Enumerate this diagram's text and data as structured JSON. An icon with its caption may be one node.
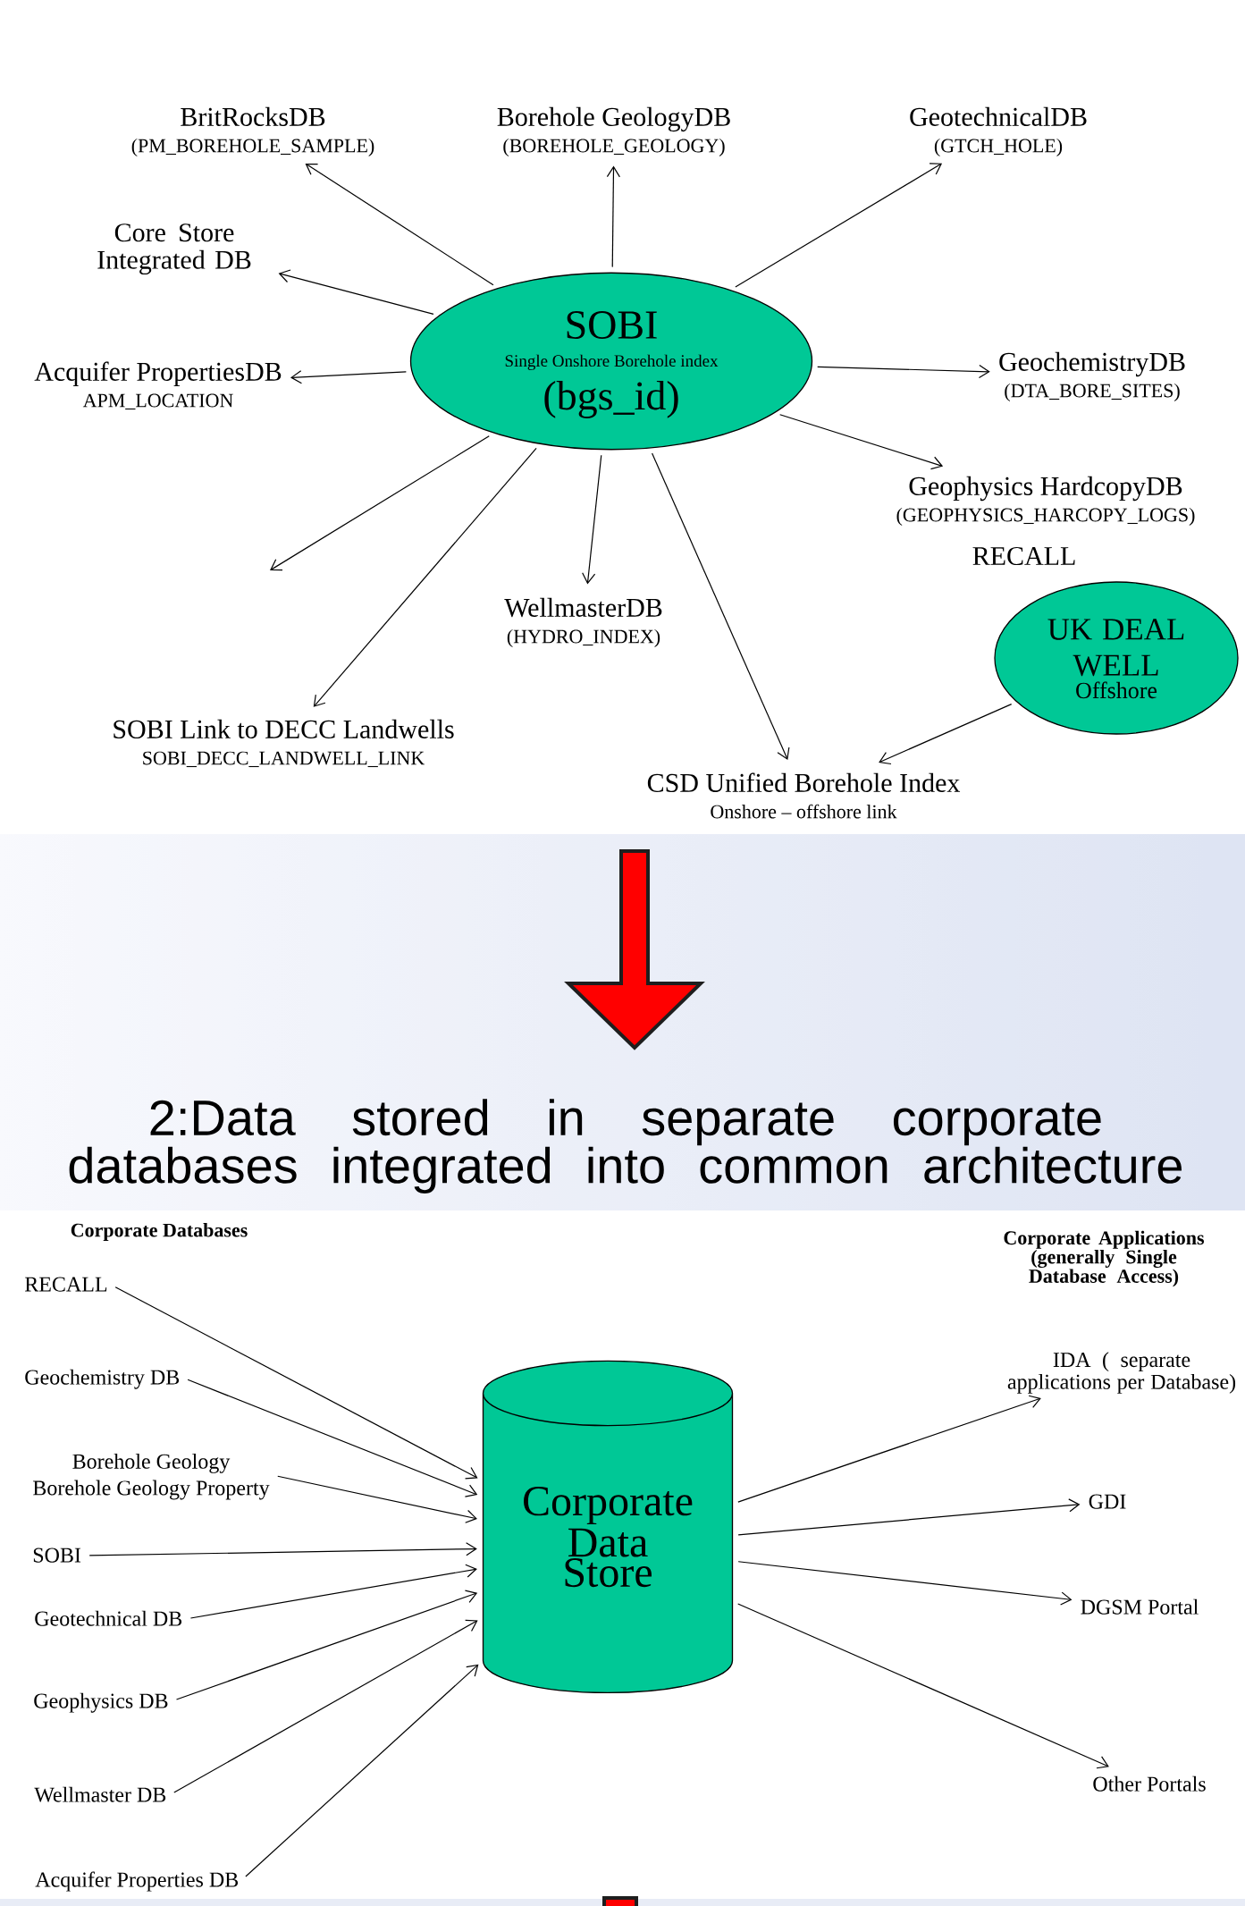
{
  "diagram": {
    "title": "2:Data stored in separate corporate databases integrated into common architecture",
    "nodes": [
      {
        "text": [
          "SOBI",
          "Single Onshore Borehole index",
          "(bgs_id)"
        ]
      },
      {
        "text": [
          "BritRocksDB",
          "(PM_BOREHOLE_SAMPLE)"
        ]
      },
      {
        "text": [
          "Borehole GeologyDB",
          "(BOREHOLE_GEOLOGY)"
        ]
      },
      {
        "text": [
          "GeotechnicalDB",
          "(GTCH_HOLE)"
        ]
      },
      {
        "text": [
          "Core Store Integrated DB"
        ]
      },
      {
        "text": [
          "Acquifer PropertiesDB",
          "APM_LOCATION"
        ]
      },
      {
        "text": [
          "GeochemistryDB",
          "(DTA_BORE_SITES)"
        ]
      },
      {
        "text": [
          "Geophysics HardcopyDB",
          "(GEOPHYSICS_HARCOPY_LOGS)"
        ]
      },
      {
        "text": [
          "WellmasterDB",
          "(HYDRO_INDEX)"
        ]
      },
      {
        "text": [
          "SOBI Link to DECC Landwells",
          "SOBI_DECC_LANDWELL_LINK"
        ]
      },
      {
        "text": [
          "CSD Unified Borehole Index",
          "Onshore – offshore link"
        ]
      },
      {
        "text": [
          "UK DEAL WELL",
          "Offshore"
        ]
      },
      {
        "text": [
          "RECALL"
        ]
      },
      {
        "text": [
          "Geochemistry DB"
        ]
      },
      {
        "text": [
          "Borehole Geology",
          "Borehole Geology Property"
        ]
      },
      {
        "text": [
          "SOBI"
        ]
      },
      {
        "text": [
          "Geotechnical DB"
        ]
      },
      {
        "text": [
          "Geophysics DB"
        ]
      },
      {
        "text": [
          "Wellmaster DB"
        ]
      },
      {
        "text": [
          "Acquifer Properties DB"
        ]
      },
      {
        "text": [
          "Corporate Data Store"
        ]
      },
      {
        "text": [
          "IDA ( separate applications per Database)"
        ]
      },
      {
        "text": [
          "GDI"
        ]
      },
      {
        "text": [
          "DGSM Portal"
        ]
      },
      {
        "text": [
          "Other Portals"
        ]
      }
    ],
    "edges": [
      {
        "from": 0,
        "to": 1,
        "arrow": "to"
      },
      {
        "from": 0,
        "to": 2,
        "arrow": "to"
      },
      {
        "from": 0,
        "to": 3,
        "arrow": "to"
      },
      {
        "from": 0,
        "to": 4,
        "arrow": "to"
      },
      {
        "from": 0,
        "to": 5,
        "arrow": "to"
      },
      {
        "from": 0,
        "to": 6,
        "arrow": "to"
      },
      {
        "from": 0,
        "to": 7,
        "arrow": "to"
      },
      {
        "from": 0,
        "to": 8,
        "arrow": "to"
      },
      {
        "from": 0,
        "to": 9,
        "arrow": "to"
      },
      {
        "from": 0,
        "to": 10,
        "arrow": "to"
      },
      {
        "from": 0,
        "to": null,
        "arrow": "to"
      },
      {
        "from": 11,
        "to": 10,
        "arrow": "to"
      },
      {
        "from": 12,
        "to": 20,
        "arrow": "to"
      },
      {
        "from": 13,
        "to": 20,
        "arrow": "to"
      },
      {
        "from": 14,
        "to": 20,
        "arrow": "to"
      },
      {
        "from": 15,
        "to": 20,
        "arrow": "to"
      },
      {
        "from": 16,
        "to": 20,
        "arrow": "to"
      },
      {
        "from": 17,
        "to": 20,
        "arrow": "to"
      },
      {
        "from": 18,
        "to": 20,
        "arrow": "to"
      },
      {
        "from": 19,
        "to": 20,
        "arrow": "to"
      },
      {
        "from": 20,
        "to": 21,
        "arrow": "to"
      },
      {
        "from": 20,
        "to": 22,
        "arrow": "to"
      },
      {
        "from": 20,
        "to": 23,
        "arrow": "to"
      },
      {
        "from": 20,
        "to": 24,
        "arrow": "to"
      }
    ],
    "labels": [
      "RECALL",
      "Corporate Databases",
      "Corporate Applications (generally Single Database Access)"
    ]
  }
}
